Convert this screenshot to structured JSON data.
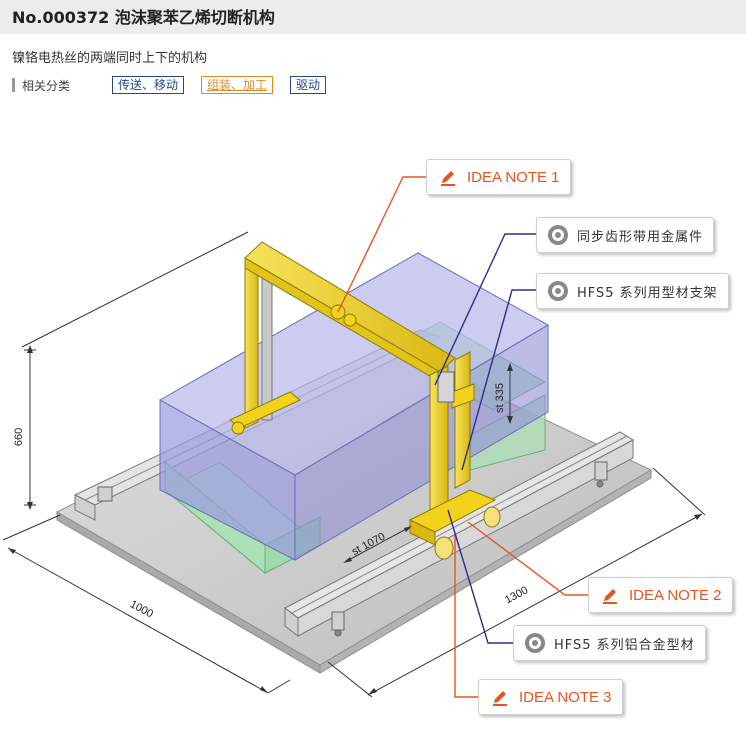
{
  "header": {
    "title": "No.000372 泡沫聚苯乙烯切断机构"
  },
  "description": "镍铬电热丝的两端同时上下的机构",
  "category": {
    "label": "相关分类",
    "tags": [
      {
        "label": "传送、移动",
        "active": false
      },
      {
        "label": "组装、加工",
        "active": true
      },
      {
        "label": "驱动",
        "active": false
      }
    ]
  },
  "callouts": {
    "note1": "IDEA NOTE 1",
    "part_timing_belt": "同步齿形带用金属件",
    "part_frame_stand": "HFS5 系列用型材支架",
    "note2": "IDEA NOTE 2",
    "part_aluminum_profile": "HFS5 系列铝合金型材",
    "note3": "IDEA NOTE 3"
  },
  "dimensions": {
    "height": "660",
    "stroke_vertical": "st 335",
    "stroke_horizontal": "st 1070",
    "depth": "1000",
    "width": "1300"
  },
  "colors": {
    "note_accent": "#e8541e",
    "leader_blue": "#2e2d8f",
    "tag_border": "#1f4a8c",
    "tag_active": "#e08a1c",
    "frame_yellow": "#f2d21a",
    "block_blue": "#8f8fd6",
    "block_green": "#a8e0b4",
    "base_gray": "#c9c9c9"
  }
}
